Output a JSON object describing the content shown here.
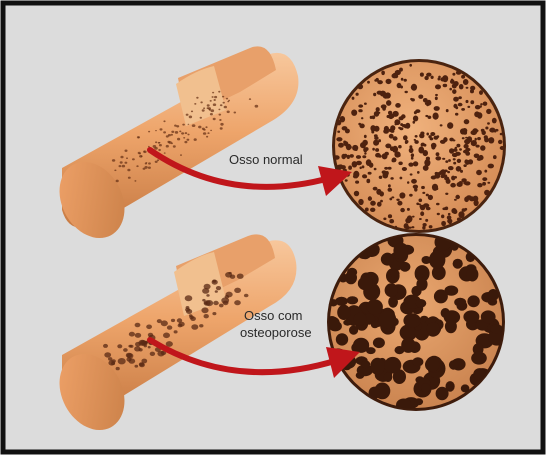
{
  "labels": {
    "normal": "Osso normal",
    "osteoporosis_line1": "Osso com",
    "osteoporosis_line2": "osteoporose"
  },
  "colors": {
    "background": "#dcdcdc",
    "border": "#111111",
    "bone_light": "#f2b27f",
    "bone_mid": "#e39a62",
    "bone_dark": "#b86a38",
    "pore": "#5a2a14",
    "arrow": "#c0161b"
  },
  "icons": [
    "normal-bone-section-icon",
    "osteoporotic-bone-section-icon",
    "curved-arrow-icon"
  ]
}
